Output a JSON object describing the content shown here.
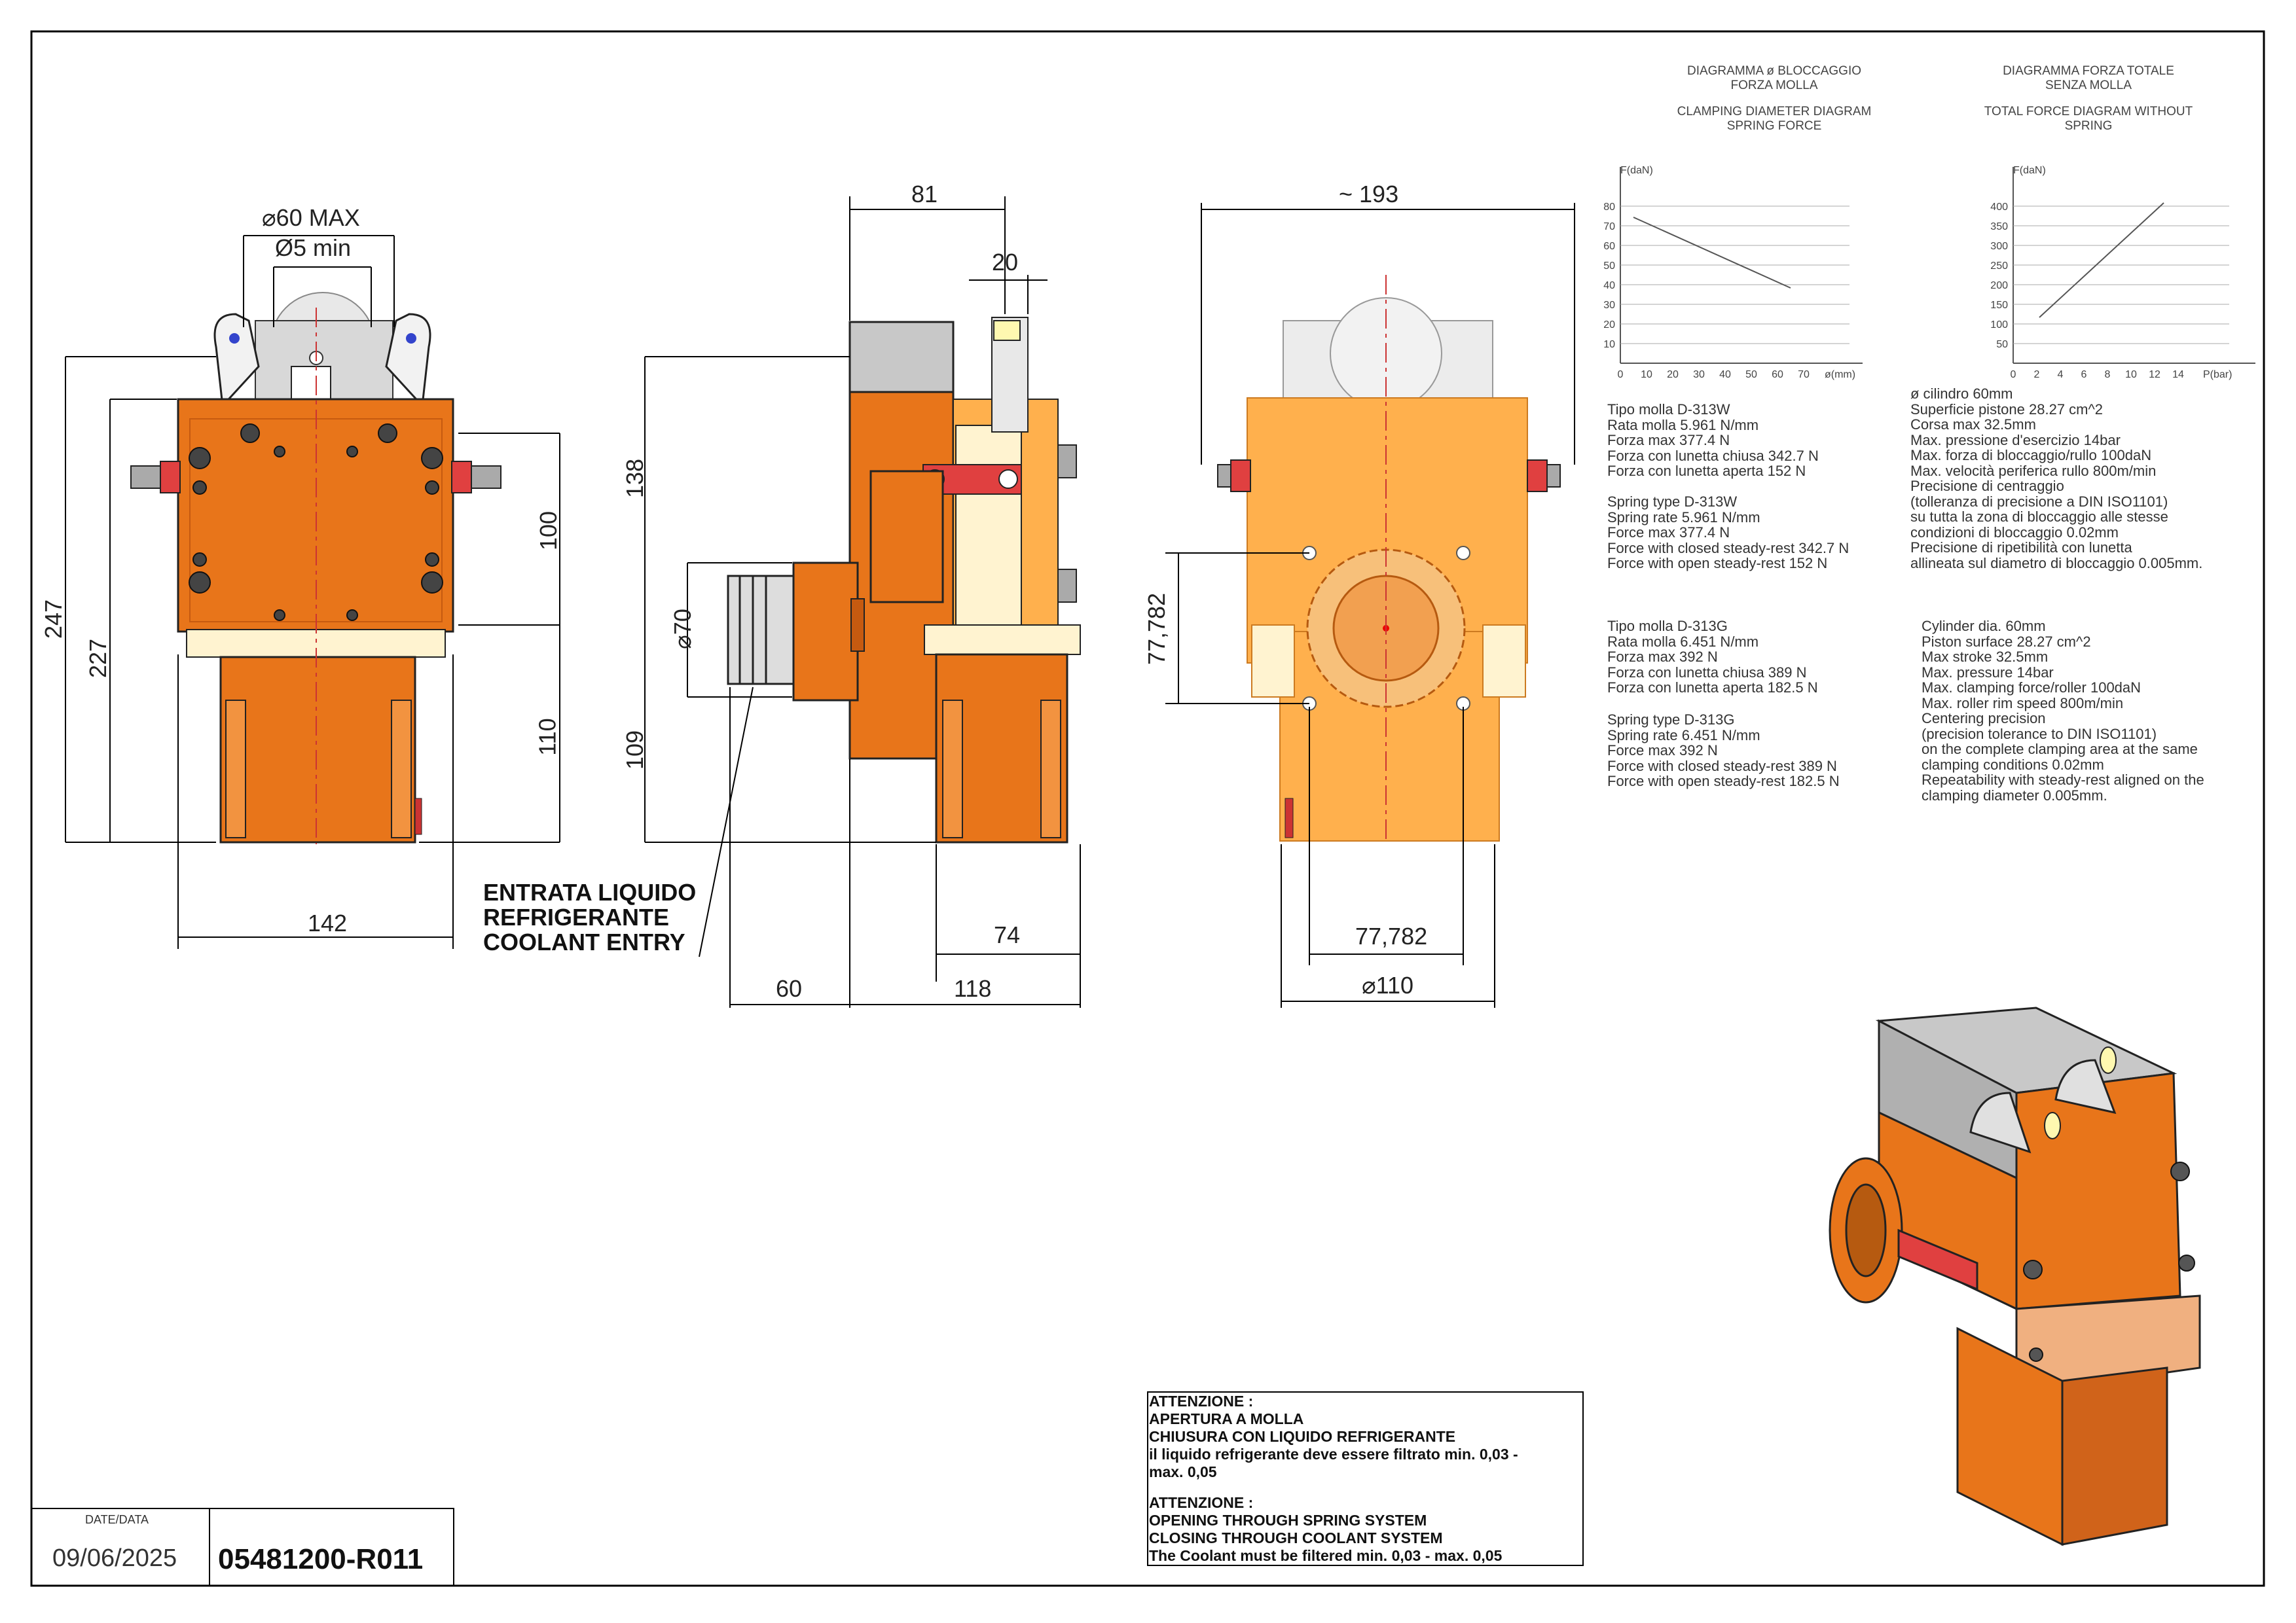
{
  "diagram1": {
    "title_it": [
      "DIAGRAMMA ø BLOCCAGGIO",
      "FORZA MOLLA"
    ],
    "title_en": [
      "CLAMPING DIAMETER DIAGRAM",
      "SPRING FORCE"
    ],
    "ylabel": "F(daN)",
    "xlabel": "ø(mm)",
    "yticks": [
      "80",
      "70",
      "60",
      "50",
      "40",
      "30",
      "20",
      "10"
    ],
    "xticks": [
      "0",
      "10",
      "20",
      "30",
      "40",
      "50",
      "60",
      "70"
    ]
  },
  "diagram2": {
    "title_it": [
      "DIAGRAMMA FORZA TOTALE",
      "SENZA MOLLA"
    ],
    "title_en": [
      "TOTAL FORCE DIAGRAM WITHOUT",
      "SPRING"
    ],
    "ylabel": "F(daN)",
    "xlabel": "P(bar)",
    "yticks": [
      "400",
      "350",
      "300",
      "250",
      "200",
      "150",
      "100",
      "50"
    ],
    "xticks": [
      "0",
      "2",
      "4",
      "6",
      "8",
      "10",
      "12",
      "14"
    ]
  },
  "specs": {
    "block1": [
      "Tipo molla   D-313W",
      "Rata molla   5.961 N/mm",
      "Forza max   377.4 N",
      "Forza con lunetta chiusa 342.7 N",
      "Forza con lunetta aperta 152 N"
    ],
    "block2": [
      "Spring type   D-313W",
      "Spring rate   5.961 N/mm",
      "Force max   377.4 N",
      "Force with closed steady-rest 342.7 N",
      "Force with open steady-rest 152 N"
    ],
    "block3": [
      "Tipo molla   D-313G",
      "Rata molla   6.451 N/mm",
      "Forza max   392 N",
      "Forza con lunetta chiusa 389 N",
      "Forza con lunetta aperta 182.5 N"
    ],
    "block4": [
      "Spring type   D-313G",
      "Spring rate   6.451 N/mm",
      "Force max   392 N",
      "Force with closed steady-rest 389 N",
      "Force with open steady-rest 182.5 N"
    ],
    "block5": [
      "ø cilindro   60mm",
      "Superficie pistone   28.27 cm^2",
      "Corsa max   32.5mm",
      "Max. pressione d'esercizio   14bar",
      "Max. forza di bloccaggio/rullo   100daN",
      "Max. velocità periferica rullo   800m/min",
      "Precisione di centraggio",
      "(tolleranza di precisione a DIN ISO1101)",
      "su tutta la zona di bloccaggio alle stesse",
      "condizioni di bloccaggio 0.02mm",
      "Precisione di ripetibilità con lunetta",
      "allineata sul diametro di bloccaggio  0.005mm."
    ],
    "block6": [
      "Cylinder dia.   60mm",
      "Piston surface   28.27 cm^2",
      "Max stroke   32.5mm",
      "Max. pressure   14bar",
      "Max. clamping force/roller   100daN",
      "Max. roller rim speed   800m/min",
      "Centering precision",
      "(precision tolerance to DIN ISO1101)",
      "on the complete clamping area at the same",
      "clamping conditions 0.02mm",
      "Repeatability with steady-rest aligned on the",
      "clamping diameter 0.005mm."
    ]
  },
  "dims": {
    "phi60": "⌀60 MAX",
    "phi5": "Ø5 min",
    "d247": "247",
    "d227": "227",
    "d100": "100",
    "d110": "110",
    "d142": "142",
    "d81": "81",
    "d20": "20",
    "d138": "138",
    "phi70": "⌀70",
    "d109": "109",
    "d74": "74",
    "d60": "60",
    "d118": "118",
    "d193": "~ 193",
    "d77v": "77,782",
    "d77h": "77,782",
    "phi110": "⌀110"
  },
  "coolant": [
    "ENTRATA LIQUIDO",
    "REFRIGERANTE",
    "COOLANT ENTRY"
  ],
  "warning": [
    "ATTENZIONE :",
    "APERTURA A MOLLA",
    "CHIUSURA CON LIQUIDO REFRIGERANTE",
    "il liquido refrigerante deve essere filtrato  min. 0,03 -",
    "max. 0,05",
    "",
    "ATTENZIONE :",
    "OPENING THROUGH SPRING SYSTEM",
    "CLOSING THROUGH COOLANT SYSTEM",
    "The Coolant must be filtered min. 0,03 - max. 0,05"
  ],
  "titleblock": {
    "date_label": "DATE/DATA",
    "date": "09/06/2025",
    "code": "05481200-R011"
  },
  "colors": {
    "orange": "#e8751a",
    "orange_light": "#ffb04d",
    "cream": "#fff3d0",
    "red": "#e04040",
    "gray": "#c8c8c8",
    "line": "#000000"
  }
}
